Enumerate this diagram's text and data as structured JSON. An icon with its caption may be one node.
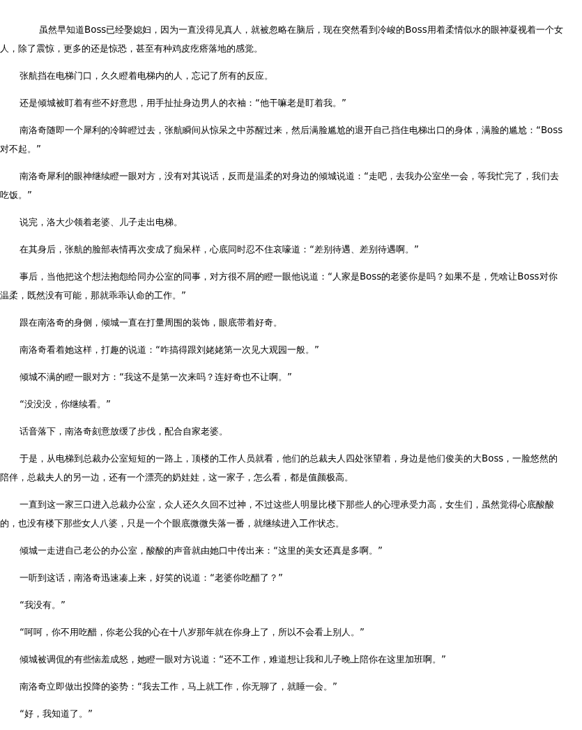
{
  "diagram": {
    "labels": [
      "虽然早知道Boss已经娶媳妇，因为一直没得见真人，就被忽略在脑后，现在突然看到冷峻的Boss用着柔情似水的眼神凝视着一个女人，除了震惊，更多的还是惊恐，甚至有种鸡皮疙瘩落地的感觉。",
      "张航挡在电梯门口，久久瞪着电梯内的人，忘记了所有的反应。",
      "还是倾城被盯着有些不好意思，用手扯扯身边男人的衣袖：“他干嘛老是盯着我。”",
      "南洛奇随即一个犀利的冷眸瞪过去，张航瞬间从惊呆之中苏醒过来，然后满脸尴尬的退开自己挡住电梯出口的身体，满脸的尴尬：“Boss对不起。”",
      "南洛奇犀利的眼神继续瞪一眼对方，没有对其说话，反而是温柔的对身边的倾城说道：“走吧，去我办公室坐一会，等我忙完了，我们去吃饭。”",
      "说完，洛大少领着老婆、儿子走出电梯。",
      "在其身后，张航的脸部表情再次变成了痴呆样，心底同时忍不住哀嚎道：“差别待遇、差别待遇啊。”",
      "事后，当他把这个想法抱怨给同办公室的同事，对方很不屑的瞪一眼他说道：“人家是Boss的老婆你是吗？如果不是，凭啥让Boss对你温柔，既然没有可能，那就乖乖认命的工作。”",
      "跟在南洛奇的身侧，倾城一直在打量周围的装饰，眼底带着好奇。",
      "南洛奇看着她这样，打趣的说道：“咋搞得跟刘姥姥第一次见大观园一般。”",
      "倾城不满的瞪一眼对方：“我这不是第一次来吗？连好奇也不让啊。”",
      "“没没没，你继续看。”",
      "话音落下，南洛奇刻意放缓了步伐，配合自家老婆。",
      "于是，从电梯到总裁办公室短短的一路上，顶楼的工作人员就看，他们的总裁夫人四处张望着，身边是他们俊美的大Boss，一脸悠然的陪伴，总裁夫人的另一边，还有一个漂亮的奶娃娃，这一家子，怎么看，都是值颜极高。",
      "一直到这一家三口进入总裁办公室，众人还久久回不过神，不过这些人明显比楼下那些人的心理承受力高，女生们，虽然觉得心底酸酸的，也没有楼下那些女人八婆，只是一个个眼底微微失落一番，就继续进入工作状态。",
      "倾城一走进自己老公的办公室，酸酸的声音就由她口中传出来：“这里的美女还真是多啊。”",
      "一听到这话，南洛奇迅速凑上来，好笑的说道：“老婆你吃醋了？”",
      "“我没有。”",
      "“呵呵，你不用吃醋，你老公我的心在十八岁那年就在你身上了，所以不会看上别人。”",
      "倾城被调侃的有些恼羞成怒，她瞪一眼对方说道：“还不工作，难道想让我和儿子晚上陪你在这里加班啊。”",
      "南洛奇立即做出投降的姿势：“我去工作，马上就工作，你无聊了，就睡一会。”",
      "“好，我知道了。”"
    ]
  }
}
